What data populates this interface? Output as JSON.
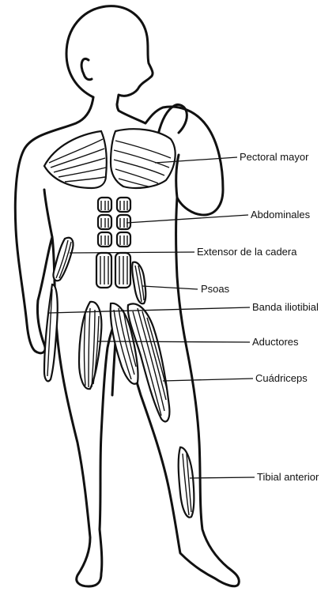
{
  "labels": {
    "pectoral": "Pectoral mayor",
    "abdominales": "Abdominales",
    "extensor": "Extensor de la cadera",
    "psoas": "Psoas",
    "banda": "Banda iliotibial",
    "aductores": "Aductores",
    "cuadriceps": "Cuádriceps",
    "tibial": "Tibial anterior"
  },
  "colors": {
    "ink": "#111111",
    "background": "#ffffff"
  }
}
